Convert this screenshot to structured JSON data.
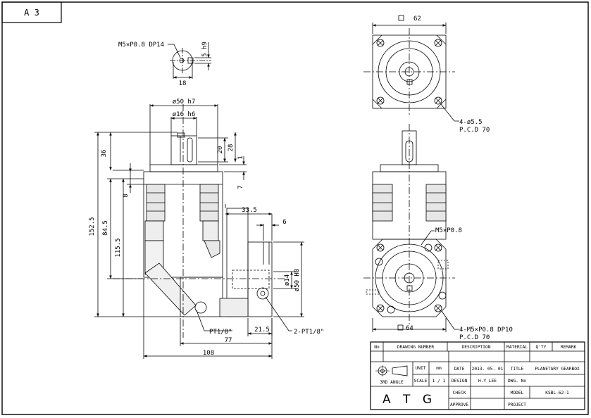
{
  "sheet": {
    "size_label": "A 3"
  },
  "key_detail": {
    "thread": "M5×P0.8 DP14",
    "key_height": "5 h9",
    "width": "18"
  },
  "side_view": {
    "shaft_flange_dia": "ø50 h7",
    "shaft_dia": "ø16 h6",
    "key_len": "20",
    "shaft_len": "28",
    "gap": "1",
    "height_top": "36",
    "total_height": "152.5",
    "h_84": "84.5",
    "h_115": "115.5",
    "h_8": "8",
    "h_7": "7",
    "in_offset": "33.5",
    "in_6": "6",
    "pilot_dia": "ø50 H8",
    "bore_dia": "ø14",
    "port_left": "PT1/8\"",
    "port_right": "2-PT1/8\"",
    "d_21": "21.5",
    "d_77": "77",
    "d_108": "108"
  },
  "top_view": {
    "square": "62",
    "holes": "4-ø5.5",
    "pcd": "P.C.D 70"
  },
  "bottom_view": {
    "tap": "M5×P0.8",
    "square": "64",
    "holes": "4-M5×P0.8 DP10",
    "pcd": "P.C.D 70"
  },
  "title_block": {
    "head": {
      "no": "No",
      "drawing_number": "DRAWING NUMBER",
      "description": "DESCRIPTION",
      "material": "MATERIAL",
      "qty": "Q'TY",
      "remark": "REMARK"
    },
    "unit_label": "UNIT",
    "unit_value": "mm",
    "scale_label": "SCALE",
    "scale_value": "1 / 1",
    "angle": "3RD ANGLE",
    "date_label": "DATE",
    "date_value": "2013. 05. 01",
    "design_label": "DESIGN",
    "design_value": "H.Y LEE",
    "check_label": "CHECK",
    "approve_label": "APPROVE",
    "title_label": "TITLE",
    "title_value": "PLANETARY GEARBOX",
    "dwg_label": "DWG. No",
    "model_label": "MODEL",
    "model_value": "KSBL-62-1",
    "project_label": "PROJECT",
    "logo": "A T G"
  }
}
